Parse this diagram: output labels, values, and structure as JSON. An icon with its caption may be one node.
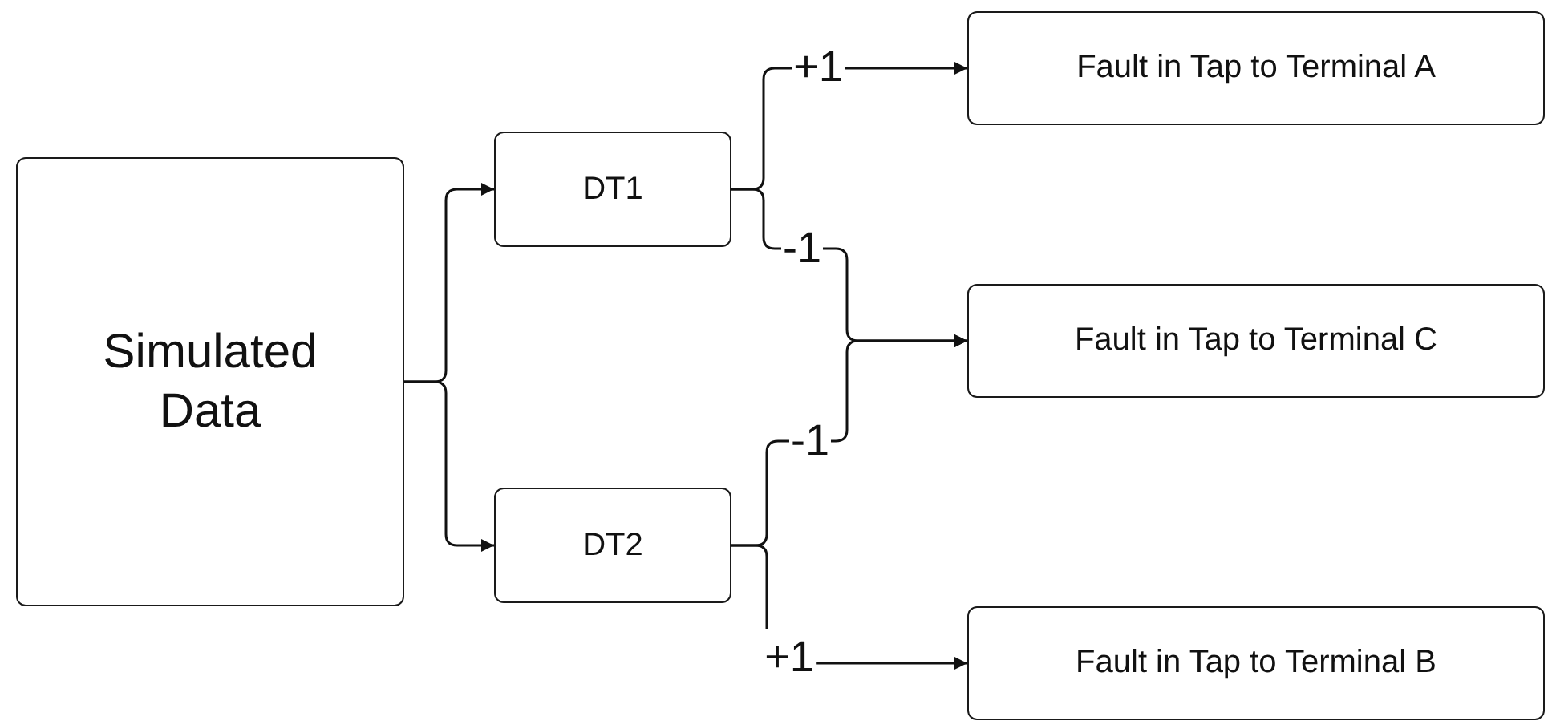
{
  "diagram": {
    "nodes": [
      {
        "text": [
          "Simulated Data"
        ]
      },
      {
        "text": [
          "DT1"
        ]
      },
      {
        "text": [
          "DT2"
        ]
      },
      {
        "text": [
          "Fault in Tap to Terminal A"
        ]
      },
      {
        "text": [
          "Fault in Tap to Terminal C"
        ]
      },
      {
        "text": [
          "Fault in Tap to Terminal B"
        ]
      }
    ],
    "edges": [
      {
        "from": 0,
        "to": 1,
        "arrow": "to"
      },
      {
        "from": 0,
        "to": 2,
        "arrow": "to"
      },
      {
        "from": 1,
        "to": 3,
        "arrow": "to",
        "label": "+1"
      },
      {
        "from": 1,
        "to": 4,
        "arrow": "to",
        "label": "-1"
      },
      {
        "from": 2,
        "to": 4,
        "arrow": "to",
        "label": "-1"
      },
      {
        "from": 2,
        "to": 5,
        "arrow": "to",
        "label": "+1"
      }
    ]
  }
}
